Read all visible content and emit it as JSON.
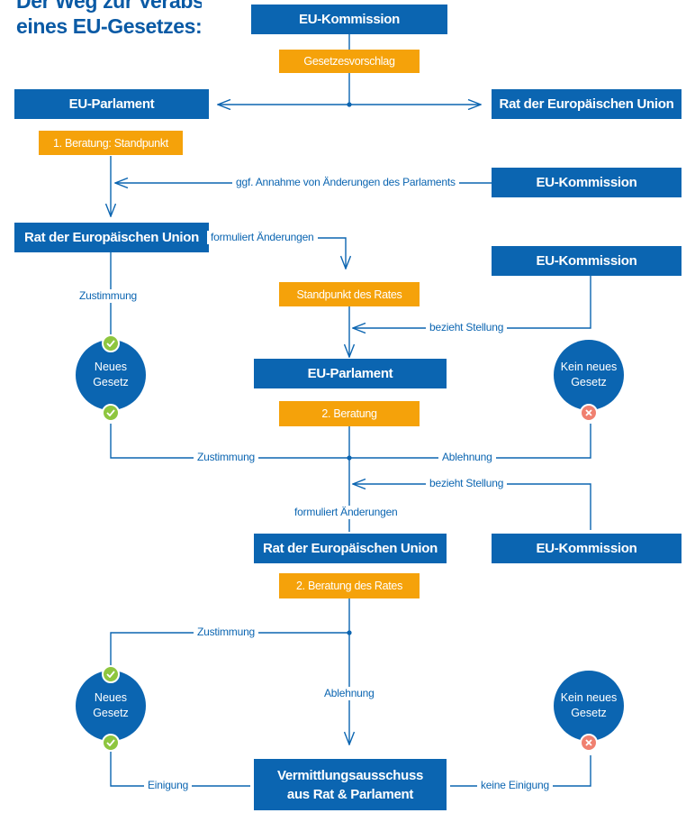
{
  "title": {
    "line1": "Der Weg zur Verabschiedung",
    "line2": "eines EU-Gesetzes:"
  },
  "colors": {
    "blue": "#0b65b1",
    "orange": "#f5a20a",
    "approve": "#8ec63f",
    "reject": "#f08070"
  },
  "boxes": {
    "kommission_top": "EU-Kommission",
    "gesetzesvorschlag": "Gesetzesvorschlag",
    "parlament_1": "EU-Parlament",
    "rat_top": "Rat der Europäischen Union",
    "beratung_1": "1. Beratung: Standpunkt",
    "kommission_2": "EU-Kommission",
    "rat_2": "Rat der Europäischen Union",
    "kommission_3": "EU-Kommission",
    "standpunkt_rat": "Standpunkt des Rates",
    "parlament_2": "EU-Parlament",
    "beratung_2": "2. Beratung",
    "rat_3": "Rat der Europäischen Union",
    "kommission_4": "EU-Kommission",
    "beratung_rat_2": "2. Beratung des Rates",
    "vermittlung_line1": "Vermittlungsausschuss",
    "vermittlung_line2": "aus Rat & Parlament"
  },
  "labels": {
    "annahme": "ggf. Annahme von Änderungen des Parlaments",
    "formuliert_1": "formuliert Änderungen",
    "zustimmung_1": "Zustimmung",
    "stellung_1": "bezieht Stellung",
    "zustimmung_2": "Zustimmung",
    "ablehnung_1": "Ablehnung",
    "stellung_2": "bezieht Stellung",
    "formuliert_2": "formuliert Änderungen",
    "zustimmung_3": "Zustimmung",
    "ablehnung_2": "Ablehnung",
    "einigung": "Einigung",
    "keine_einigung": "keine Einigung"
  },
  "outcomes": {
    "neues_line1": "Neues",
    "neues_line2": "Gesetz",
    "kein_line1": "Kein neues",
    "kein_line2": "Gesetz"
  },
  "icons": {
    "approve": "check-icon",
    "reject": "cross-icon"
  }
}
